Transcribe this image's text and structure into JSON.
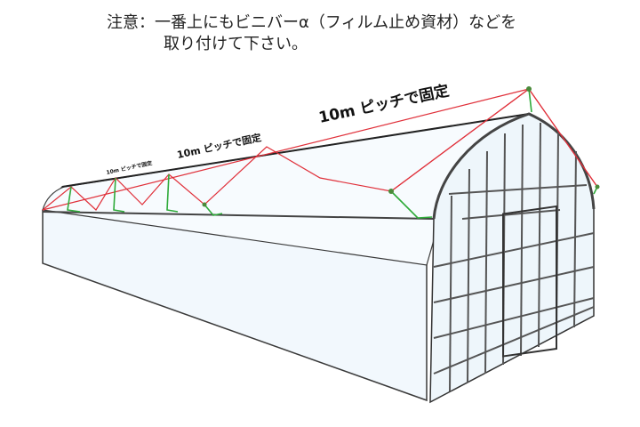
{
  "note": {
    "line1": "注意：一番上にもビニバーα（フィルム止め資材）などを",
    "line2": "取り付けて下さい。"
  },
  "labels": {
    "big": "10m ピッチで固定",
    "medium": "10m ピッチで固定",
    "small": "10m ピッチで固定"
  },
  "colors": {
    "film": "#f1f8fd",
    "frame": "#3a3a3a",
    "rope_red": "#e0303a",
    "anchor_green": "#2faa3a",
    "ground": "#ffffff"
  }
}
